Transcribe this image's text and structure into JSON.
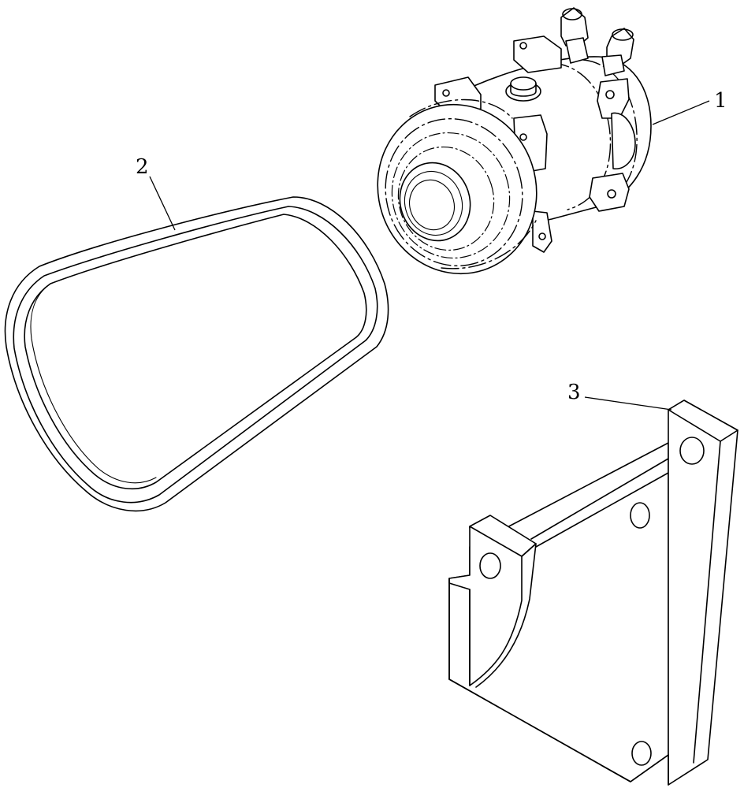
{
  "callouts": {
    "compressor": "1",
    "belt": "2",
    "bracket": "3"
  },
  "colors": {
    "line": "#000000",
    "background": "#ffffff"
  }
}
